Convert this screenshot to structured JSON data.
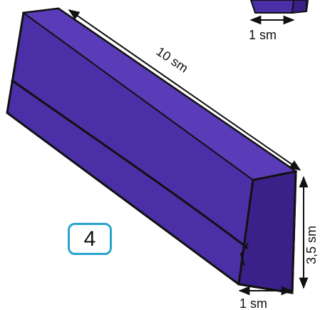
{
  "colors": {
    "block_face": "#4b2fa6",
    "block_dark": "#3a2189",
    "block_light": "#5a3bb8",
    "outline": "#111111",
    "badge_border": "#2aa4cf"
  },
  "labels": {
    "top_width": "1 sm",
    "length": "10 sm",
    "height": "3,5 sm",
    "bottom_width": "1 sm"
  },
  "badge": {
    "number": "4"
  }
}
